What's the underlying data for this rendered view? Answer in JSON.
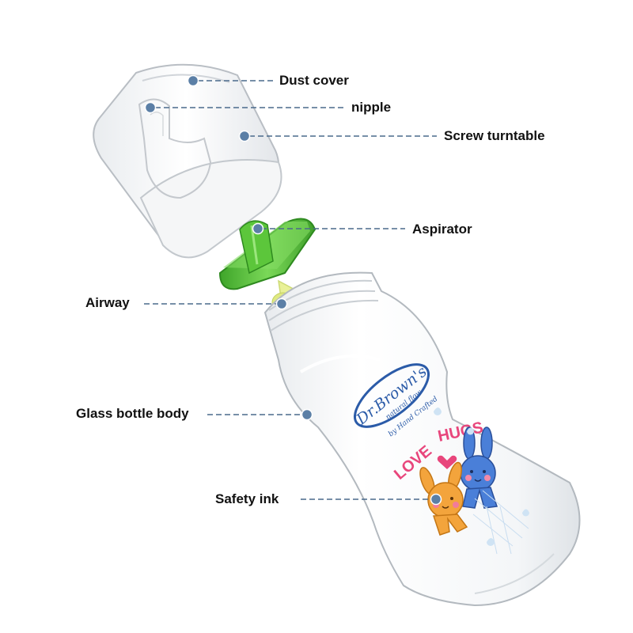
{
  "labels": {
    "dust_cover": "Dust cover",
    "nipple": "nipple",
    "screw_turntable": "Screw turntable",
    "aspirator": "Aspirator",
    "airway": "Airway",
    "glass_bottle_body": "Glass bottle body",
    "safety_ink": "Safety ink"
  },
  "bottle_print": {
    "brand": "Dr.Brown's",
    "brand_sub": "natural flow",
    "signature": "by Hand Crafted",
    "love": "LOVE",
    "hugs": "HUGS"
  },
  "colors": {
    "leader_line": "#4a6a8c",
    "marker_dot": "#5b7fa6",
    "aspirator_green": "#5cc63b",
    "airway_yellow": "#e6ef8a",
    "brand_blue": "#2b5ba8",
    "love_pink": "#e8467c",
    "bunny_blue": "#4a7fd8",
    "bunny_orange": "#f3a43c"
  }
}
